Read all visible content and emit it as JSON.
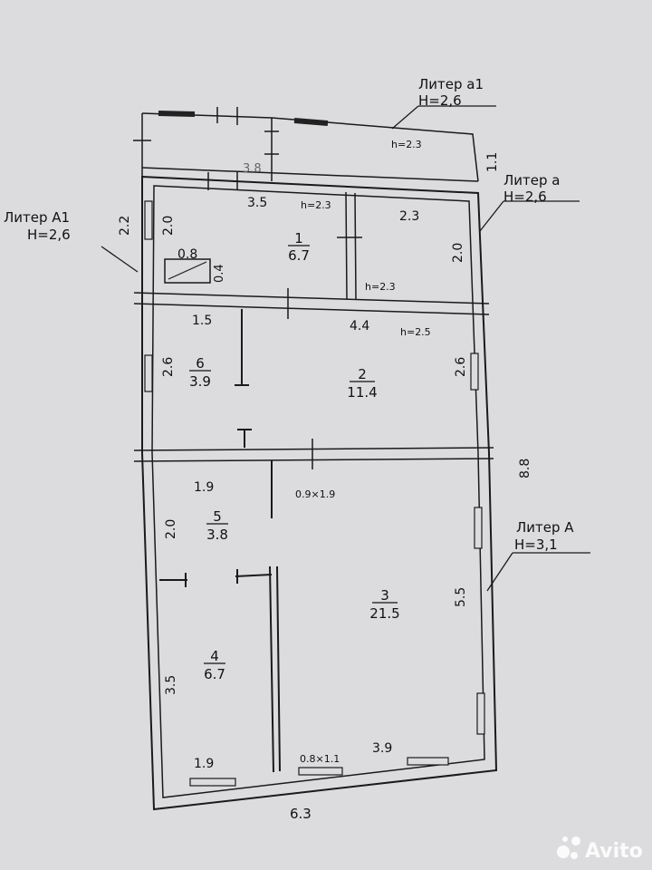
{
  "liters": {
    "a1": {
      "name": "Литер а1",
      "height": "H=2,6"
    },
    "a": {
      "name": "Литер а",
      "height": "H=2,6"
    },
    "A1": {
      "name": "Литер А1",
      "height": "H=2,6"
    },
    "A": {
      "name": "Литер А",
      "height": "H=3,1"
    }
  },
  "rooms": [
    {
      "number": "1",
      "area": "6.7"
    },
    {
      "number": "2",
      "area": "11.4"
    },
    {
      "number": "3",
      "area": "21.5"
    },
    {
      "number": "4",
      "area": "6.7"
    },
    {
      "number": "5",
      "area": "3.8"
    },
    {
      "number": "6",
      "area": "3.9"
    }
  ],
  "dimensions": {
    "top_h": "h=2.3",
    "top_side": "1.1",
    "handwritten": "3.8",
    "room1_width": "3.5",
    "room1_h": "h=2.3",
    "room_small_width": "2.3",
    "room_small_height": "2.0",
    "room_small_h": "h=2.3",
    "left_outer": "2.2",
    "room1_height": "2.0",
    "stove_w": "0.8",
    "stove_h": "0.4",
    "room6_width": "1.5",
    "room2_width": "4.4",
    "room2_h": "h=2.5",
    "room6_height": "2.6",
    "room2_height": "2.6",
    "total_right": "8.8",
    "room5_width": "1.9",
    "door_size": "0.9×1.9",
    "room5_height": "2.0",
    "room3_height": "5.5",
    "room4_height": "3.5",
    "room4_width": "1.9",
    "window_size": "0.8×1.1",
    "room3_width": "3.9",
    "total_bottom": "6.3"
  },
  "watermark": "Avito"
}
